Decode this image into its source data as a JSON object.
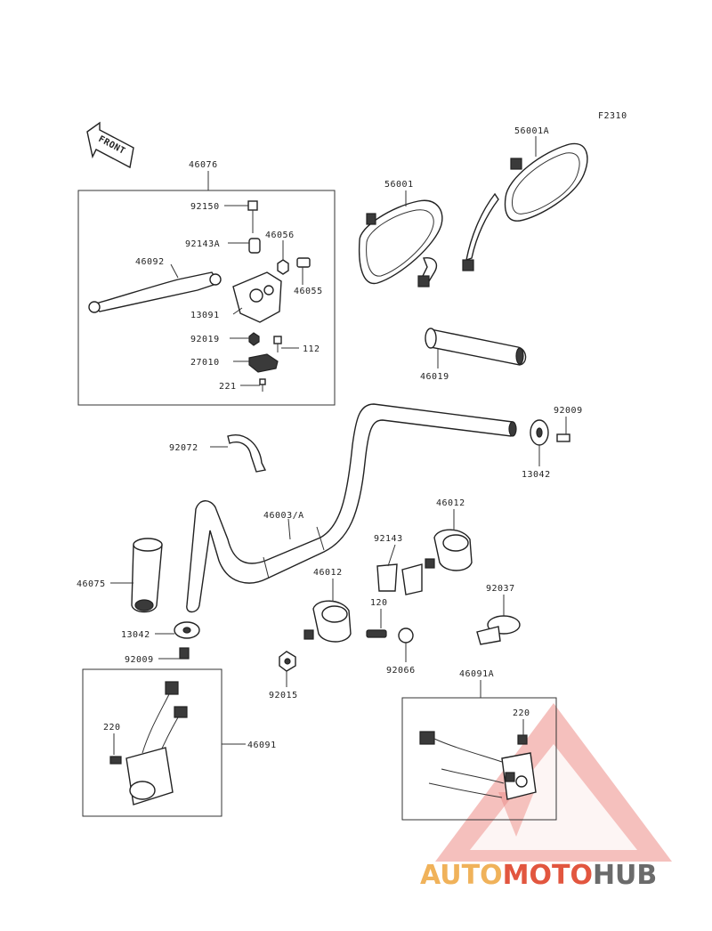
{
  "figure_code": "F2310",
  "front_arrow": "FRONT",
  "labels": {
    "p46076": "46076",
    "p92150": "92150",
    "p92143A": "92143A",
    "p46056": "46056",
    "p46092": "46092",
    "p46055": "46055",
    "p13091": "13091",
    "p92019": "92019",
    "p112": "112",
    "p27010": "27010",
    "p221": "221",
    "p56001": "56001",
    "p56001A": "56001A",
    "p46019": "46019",
    "p92009a": "92009",
    "p13042a": "13042",
    "p92072": "92072",
    "p46003A": "46003/A",
    "p46012a": "46012",
    "p92143": "92143",
    "p46012b": "46012",
    "p92037": "92037",
    "p46075": "46075",
    "p120": "120",
    "p13042b": "13042",
    "p92066": "92066",
    "p92009b": "92009",
    "p92015": "92015",
    "p46091A": "46091A",
    "p220a": "220",
    "p46091": "46091",
    "p220b": "220"
  },
  "watermark": {
    "part1": "AUTO",
    "part2": "MOTO",
    "part3": "HUB",
    "colors": {
      "auto": "#f0b25a",
      "moto": "#e2563f",
      "hub": "#6b6b6b",
      "logo": "#e8706a"
    }
  }
}
